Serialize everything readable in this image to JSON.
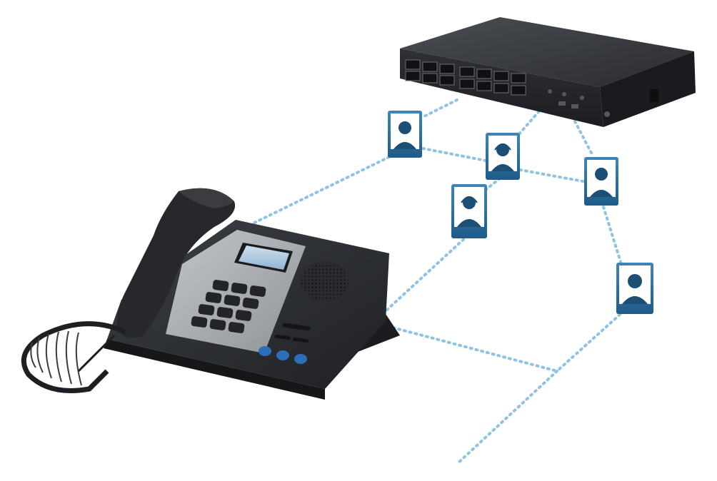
{
  "scene": {
    "description_objects": [
      "ip-desk-phone",
      "network-switch",
      "user-avatars"
    ],
    "colors": {
      "background": "#ffffff",
      "link_dots": "#8fc3e3",
      "avatar_blue": "#2f6f9d",
      "avatar_dark": "#1d4e74",
      "device_dark": "#2b2d30",
      "device_mid": "#3a3d41",
      "phone_panel_silver": "#a9adb1",
      "phone_button_blue": "#2b6fb6"
    },
    "icons": {
      "avatars": [
        "user-avatar-icon",
        "user-headset-avatar-icon"
      ]
    }
  }
}
